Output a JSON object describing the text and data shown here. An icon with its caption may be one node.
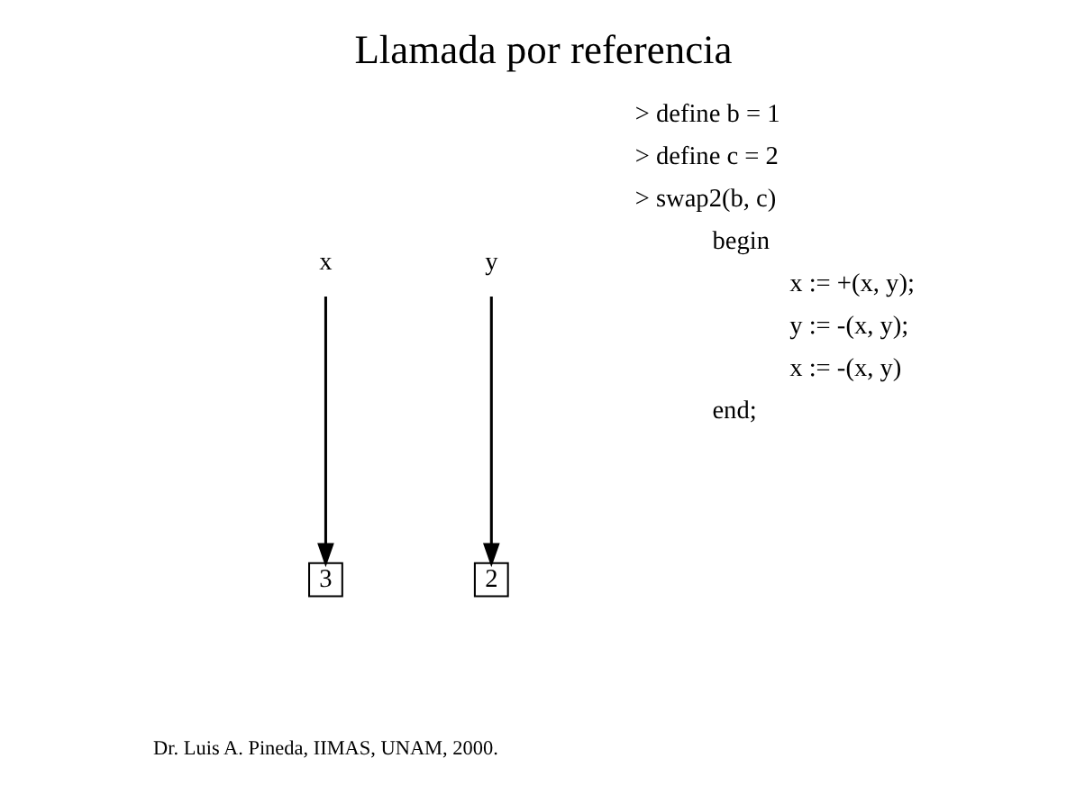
{
  "diagram": {
    "title": "Llamada por referencia",
    "nodes": [
      {
        "text": [
          "x"
        ]
      },
      {
        "text": [
          "y"
        ]
      },
      {
        "text": [
          "3"
        ]
      },
      {
        "text": [
          "2"
        ]
      }
    ],
    "edges": [
      {
        "from": 0,
        "to": 2,
        "arrow": "to"
      },
      {
        "from": 1,
        "to": 3,
        "arrow": "to"
      }
    ],
    "labels": [
      "> define b = 1",
      "> define c = 2",
      "> swap2(b, c)",
      "begin",
      "x := +(x, y);",
      "y := -(x, y);",
      "x := -(x, y)",
      "end;",
      "Dr. Luis A. Pineda, IIMAS, UNAM, 2000."
    ]
  }
}
